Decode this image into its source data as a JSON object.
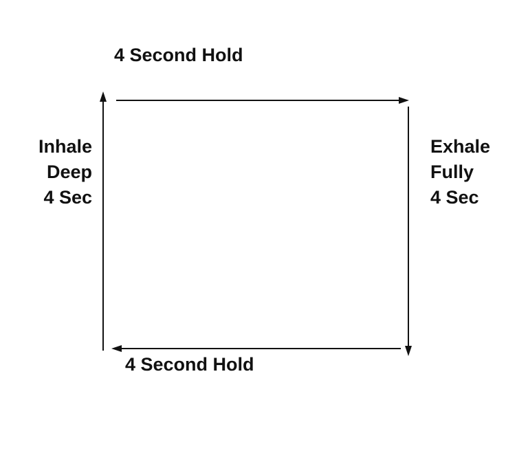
{
  "labels": {
    "top": "4 Second Hold",
    "bottom": "4 Second Hold",
    "left": [
      "Inhale",
      "Deep",
      "4 Sec"
    ],
    "right": [
      "Exhale",
      "Fully",
      "4 Sec"
    ]
  },
  "colors": {
    "stroke": "#111111",
    "text": "#111111",
    "background": "#ffffff"
  }
}
